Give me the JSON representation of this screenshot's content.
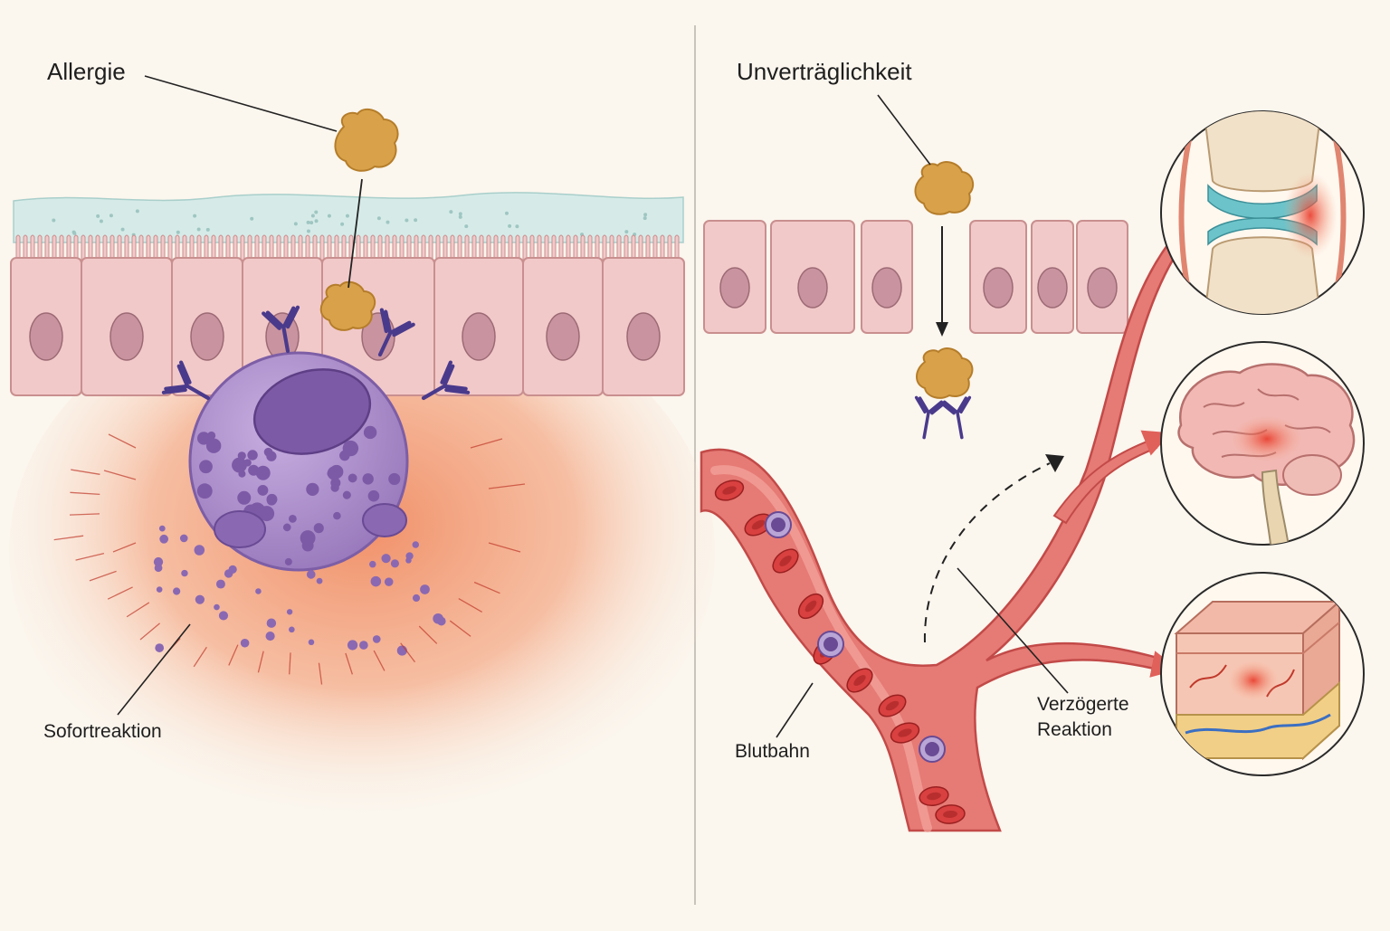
{
  "left_panel": {
    "title": "Allergie",
    "reaction_label": "Sofortreaktion"
  },
  "right_panel": {
    "title": "Unverträglichkeit",
    "bloodstream_label": "Blutbahn",
    "delayed_label_line1": "Verzögerte",
    "delayed_label_line2": "Reaktion"
  },
  "organs": [
    "joint-icon",
    "brain-icon",
    "skin-icon"
  ],
  "colors": {
    "background": "#fbf6ee",
    "cell_pink": "#f2c9c9",
    "nucleus": "#c9949f",
    "mast_cell": "#a98ac6",
    "allergen": "#d9a24a",
    "antibody": "#4a3a8c",
    "inflammation": "#f0a07a",
    "vessel": "#d95b5b"
  }
}
